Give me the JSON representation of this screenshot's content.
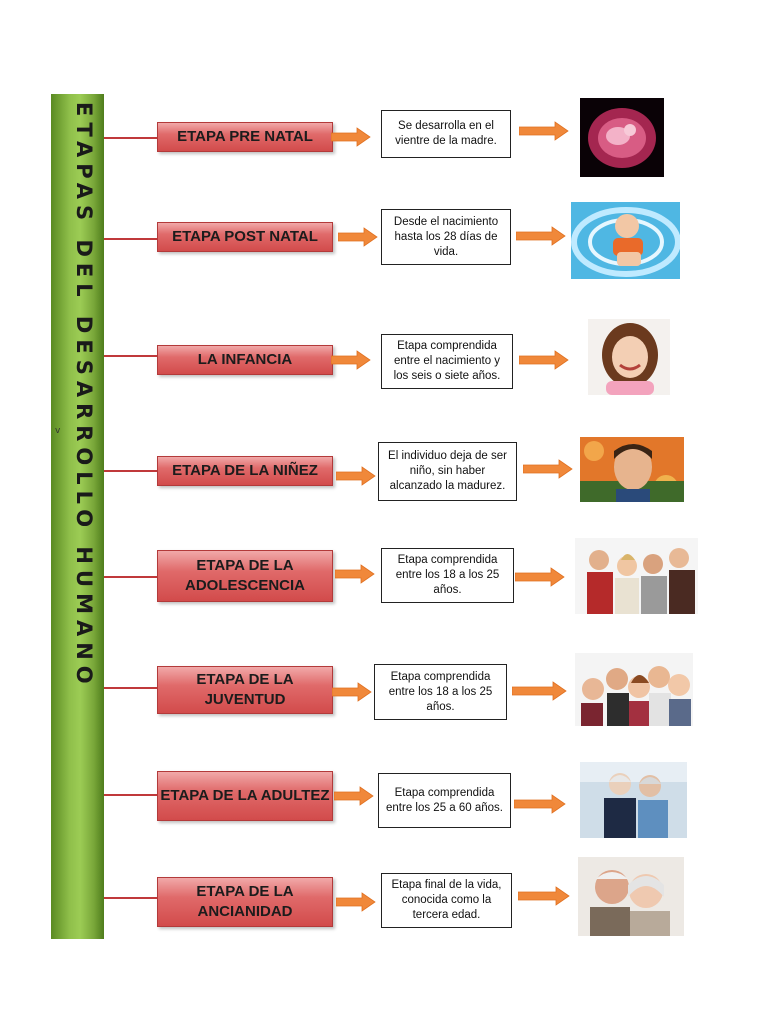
{
  "title": "ETAPAS DEL DESARROLLO HUMANO",
  "stray_char": "v",
  "colors": {
    "sidebar": "#8fbf4a",
    "stage_box": "#d24b4b",
    "arrow": "#f0883a",
    "connector": "#c0393b"
  },
  "stages": [
    {
      "label": "ETAPA PRE NATAL",
      "description": "Se desarrolla en el vientre de la madre.",
      "photo": "fetus-photo"
    },
    {
      "label": "ETAPA POST NATAL",
      "description": "Desde el nacimiento hasta los 28 días de vida.",
      "photo": "baby-photo"
    },
    {
      "label": "LA INFANCIA",
      "description": "Etapa comprendida entre el nacimiento y los seis o siete años.",
      "photo": "girl-photo"
    },
    {
      "label": "ETAPA DE LA NIÑEZ",
      "description": "El individuo deja de ser niño, sin haber alcanzado la madurez.",
      "photo": "boy-photo"
    },
    {
      "label": "ETAPA DE LA ADOLESCENCIA",
      "description": "Etapa comprendida entre los 18 a los 25 años.",
      "photo": "teens-photo"
    },
    {
      "label": "ETAPA DE LA JUVENTUD",
      "description": "Etapa comprendida entre los 18 a los 25 años.",
      "photo": "youth-photo"
    },
    {
      "label": "ETAPA DE LA ADULTEZ",
      "description": "Etapa comprendida entre los 25 a 60 años.",
      "photo": "adults-photo"
    },
    {
      "label": "ETAPA DE LA ANCIANIDAD",
      "description": "Etapa final de la vida, conocida como la tercera edad.",
      "photo": "elderly-photo"
    }
  ]
}
